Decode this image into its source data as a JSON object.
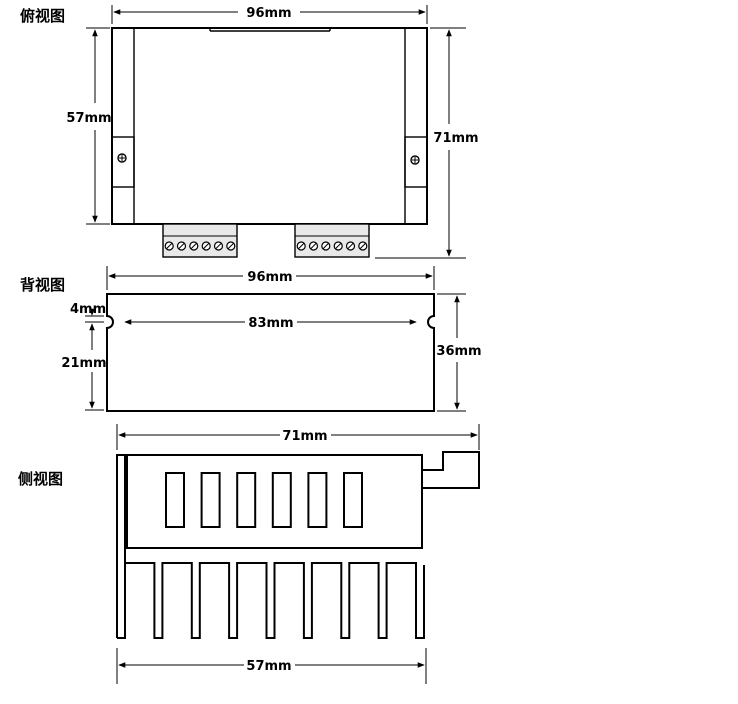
{
  "views": {
    "top": {
      "title": "俯视图",
      "width_label": "96mm",
      "inner_height_label": "57mm",
      "outer_height_label": "71mm",
      "terminal_count": 6
    },
    "back": {
      "title": "背视图",
      "width_label": "96mm",
      "slot_span_label": "83mm",
      "slot_depth_label": "4mm",
      "lower_height_label": "21mm",
      "total_height_label": "36mm"
    },
    "side": {
      "title": "侧视图",
      "total_width_label": "71mm",
      "base_width_label": "57mm",
      "window_count": 6,
      "fin_count": 9
    }
  },
  "colors": {
    "line": "#000000",
    "background": "#ffffff",
    "terminal": "#e8e8e8"
  }
}
